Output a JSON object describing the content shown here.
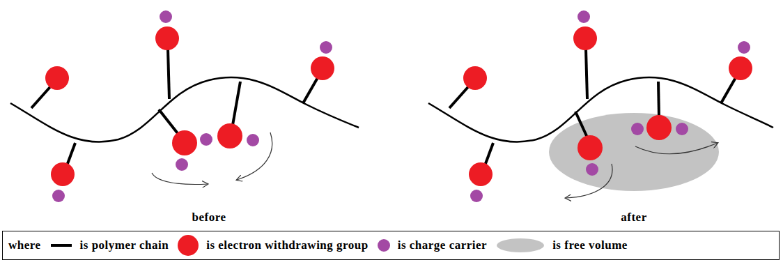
{
  "diagram": {
    "labels": [
      "before",
      "after",
      "where"
    ],
    "legend": [
      {
        "text": "is polymer chain"
      },
      {
        "text": "is electron withdrawing group",
        "color": "#ed1c24"
      },
      {
        "text": "is charge carrier",
        "color": "#a349a4"
      },
      {
        "text": "is free volume",
        "color": "#c3c3c3"
      }
    ]
  }
}
